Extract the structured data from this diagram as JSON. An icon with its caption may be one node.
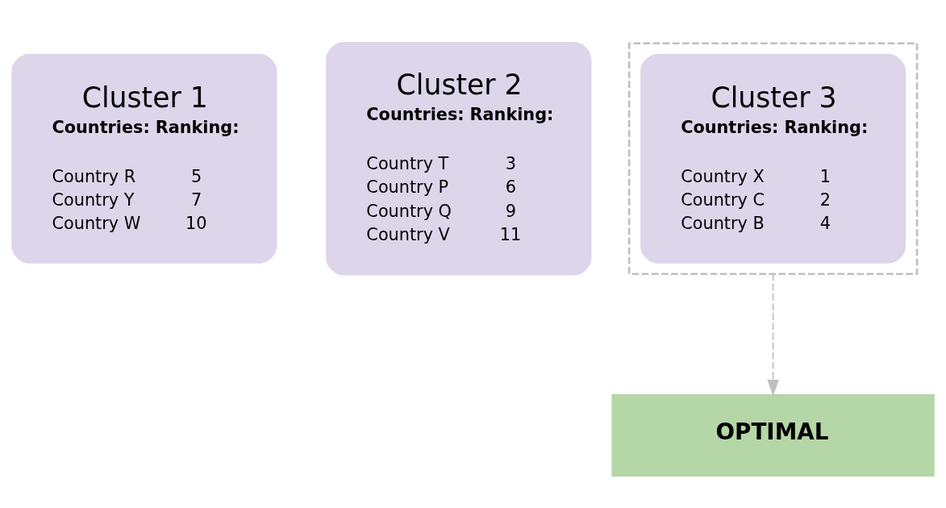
{
  "diagram": {
    "nodes": [
      {
        "text": [
          "Cluster 1",
          "Countries:",
          "Ranking:",
          "Country R",
          "5",
          "Country Y",
          "7",
          "Country W",
          "10"
        ]
      },
      {
        "text": [
          "Cluster 2",
          "Countries:",
          "Ranking:",
          "Country T",
          "3",
          "Country P",
          "6",
          "Country Q",
          "9",
          "Country V",
          "11"
        ]
      },
      {
        "text": [],
        "shape": "box"
      },
      {
        "text": [
          "Cluster 3",
          "Countries:",
          "Ranking:",
          "Country X",
          "1",
          "Country C",
          "2",
          "Country B",
          "4"
        ],
        "in": 2
      },
      {
        "text": [
          "OPTIMAL"
        ]
      }
    ],
    "edges": [
      {
        "from": 2,
        "to": 4,
        "arrow": "to",
        "style": "dashed",
        "color": "#bfbfbf"
      }
    ]
  }
}
